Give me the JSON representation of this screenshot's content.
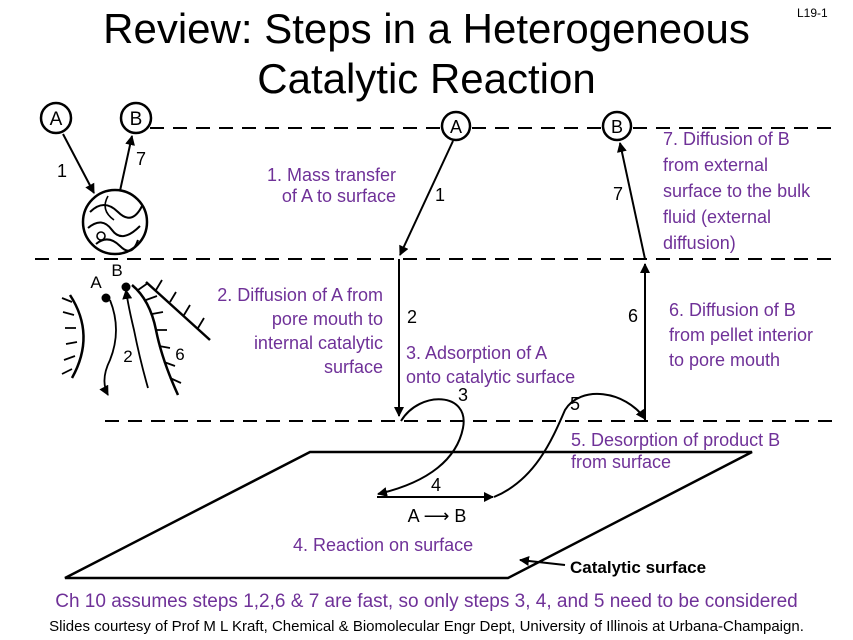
{
  "title": {
    "line1": "Review: Steps in a Heterogeneous",
    "line2": "Catalytic Reaction"
  },
  "slide_number": "L19-1",
  "steps": {
    "s1": {
      "line1": "1. Mass transfer",
      "line2": "of A to surface"
    },
    "s2": {
      "line1": "2. Diffusion of A from",
      "line2": "pore mouth to",
      "line3": "internal catalytic",
      "line4": "surface"
    },
    "s3": {
      "line1": "3. Adsorption of A",
      "line2": "onto catalytic surface"
    },
    "s4": {
      "line1": "4. Reaction on surface"
    },
    "s5": {
      "line1": "5. Desorption of product B",
      "line2": "from surface"
    },
    "s6": {
      "line1": "6. Diffusion of B",
      "line2": "from pellet interior",
      "line3": "to pore mouth"
    },
    "s7": {
      "line1": "7. Diffusion of B",
      "line2": "from external",
      "line3": "surface to the bulk",
      "line4": "fluid (external",
      "line5": "diffusion)"
    }
  },
  "diagram": {
    "species_a": "A",
    "species_b": "B",
    "num1": "1",
    "num2": "2",
    "num3": "3",
    "num4": "4",
    "num5": "5",
    "num6": "6",
    "num7": "7",
    "reaction": "A ⟶ B",
    "surface_label": "Catalytic surface"
  },
  "footer": {
    "note": "Ch 10 assumes steps 1,2,6 & 7 are fast, so only steps 3, 4, and 5 need to be considered",
    "credit": "Slides courtesy of Prof M L Kraft, Chemical & Biomolecular Engr Dept, University of Illinois at Urbana-Champaign."
  }
}
